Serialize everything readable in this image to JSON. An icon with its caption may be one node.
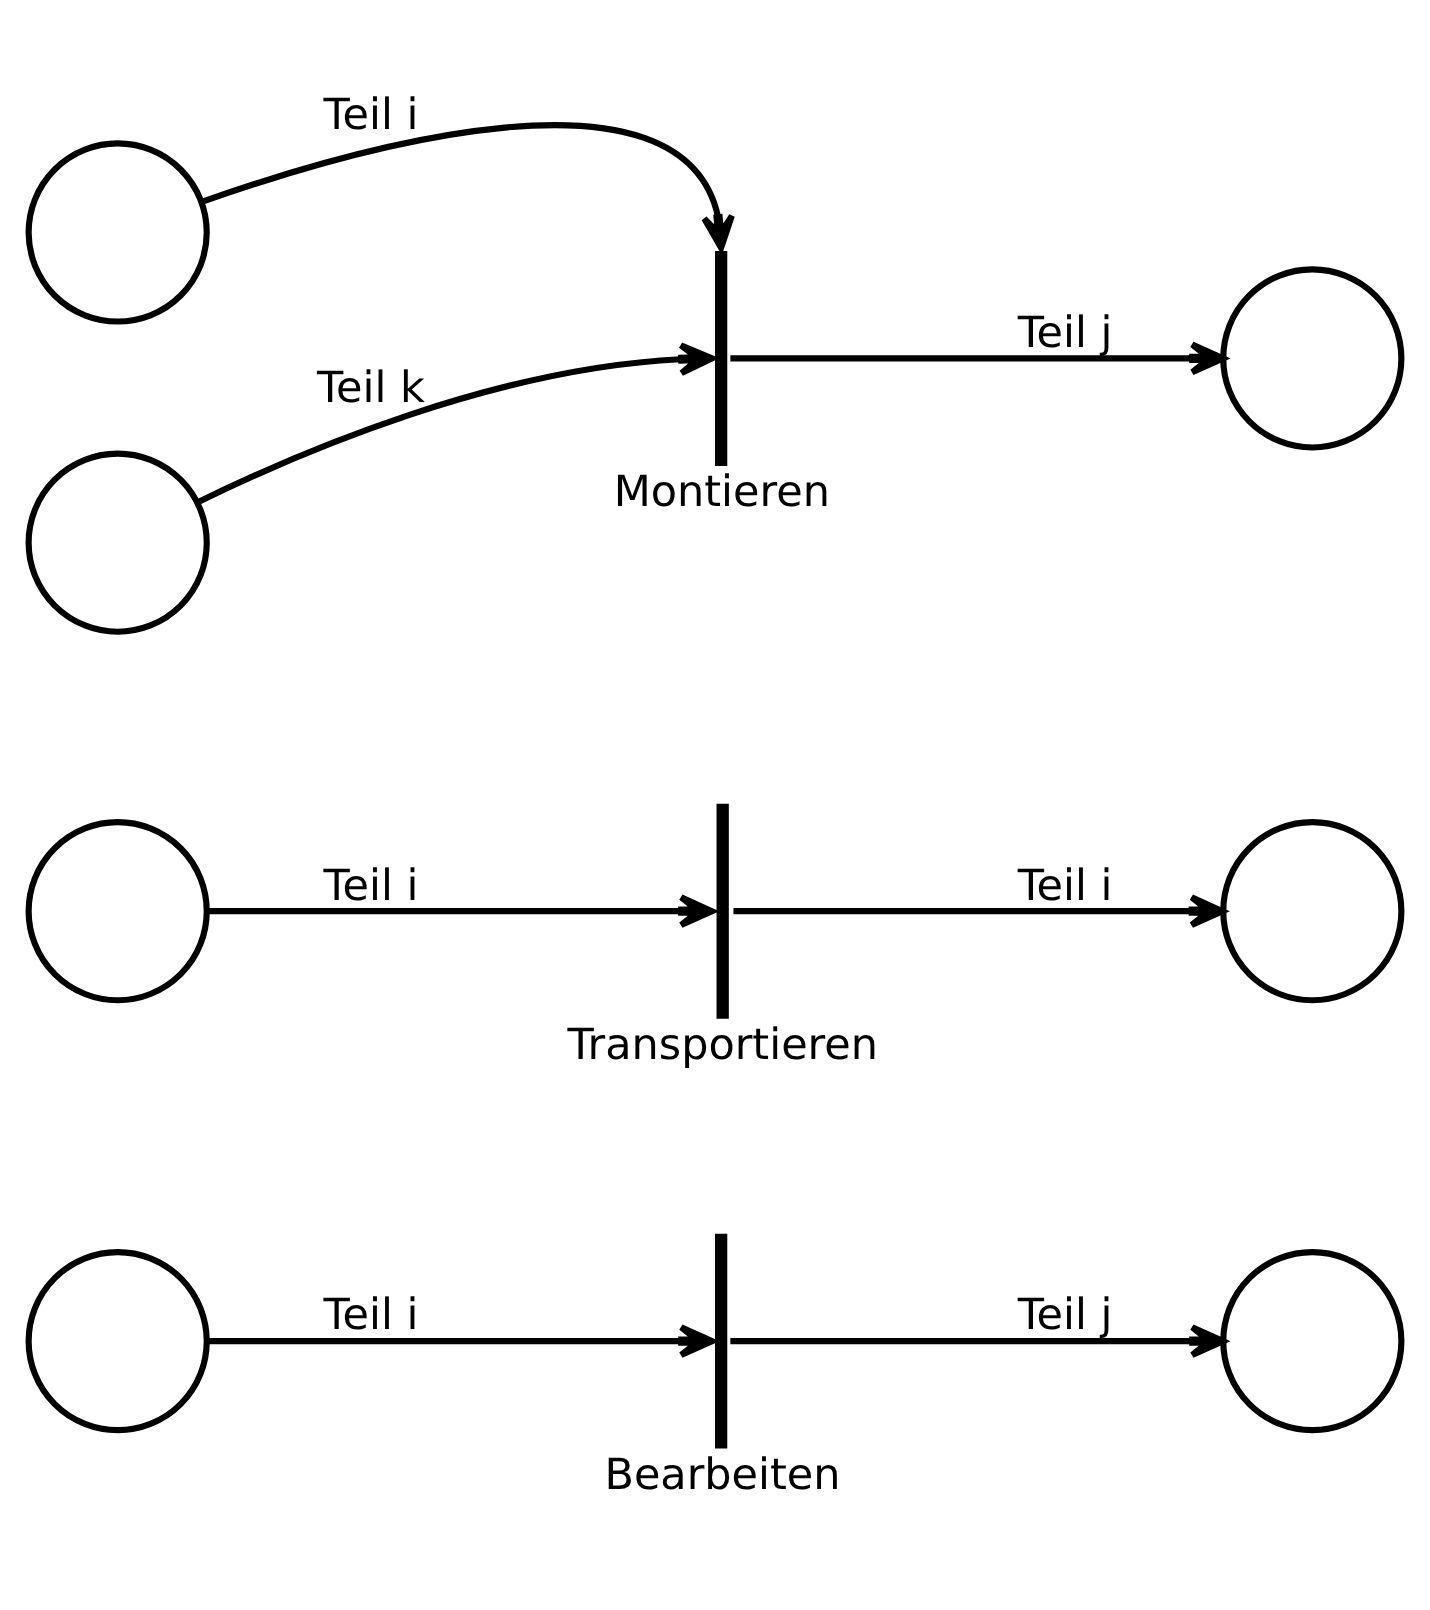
{
  "diagram": {
    "nodes": [
      {
        "text": [],
        "shape": "circle"
      },
      {
        "text": [
          "Bearbeiten"
        ]
      },
      {
        "text": [],
        "shape": "circle"
      },
      {
        "text": [],
        "shape": "circle"
      },
      {
        "text": [
          "Transportieren"
        ]
      },
      {
        "text": [],
        "shape": "circle"
      },
      {
        "text": [],
        "shape": "circle"
      },
      {
        "text": [],
        "shape": "circle"
      },
      {
        "text": [
          "Montieren"
        ]
      },
      {
        "text": [],
        "shape": "circle"
      }
    ],
    "edges": [
      {
        "from": 0,
        "to": 1,
        "arrow": "to",
        "label": "Teil i"
      },
      {
        "from": 1,
        "to": 2,
        "arrow": "to",
        "label": "Teil j"
      },
      {
        "from": 3,
        "to": 4,
        "arrow": "to",
        "label": "Teil i"
      },
      {
        "from": 4,
        "to": 5,
        "arrow": "to",
        "label": "Teil i"
      },
      {
        "from": 6,
        "to": 8,
        "arrow": "to",
        "label": "Teil i"
      },
      {
        "from": 7,
        "to": 8,
        "arrow": "to",
        "label": "Teil k"
      },
      {
        "from": 8,
        "to": 9,
        "arrow": "to",
        "label": "Teil j"
      }
    ]
  }
}
